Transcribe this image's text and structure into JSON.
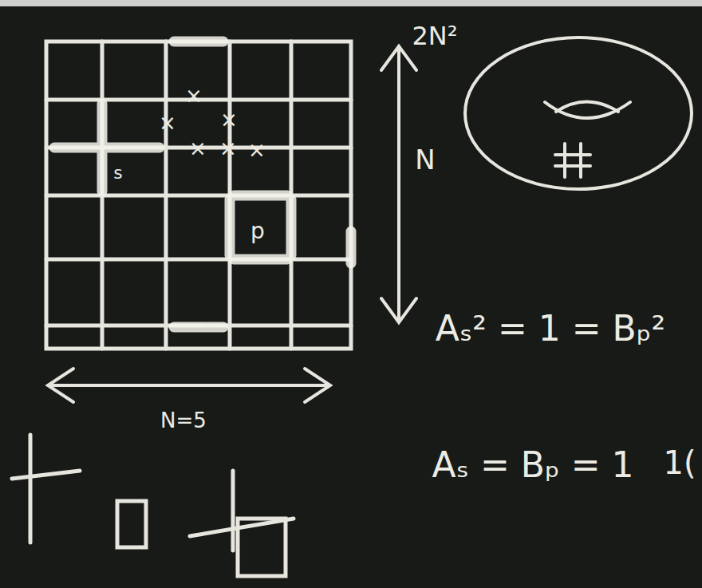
{
  "diagram": {
    "labels": [
      "2N²",
      "N",
      "N=5",
      "s",
      "p",
      "×",
      "×",
      "×",
      "×",
      "×",
      "×",
      "Aₛ² = 1 = Bₚ²",
      "Aₛ = Bₚ = 1",
      "1("
    ]
  }
}
